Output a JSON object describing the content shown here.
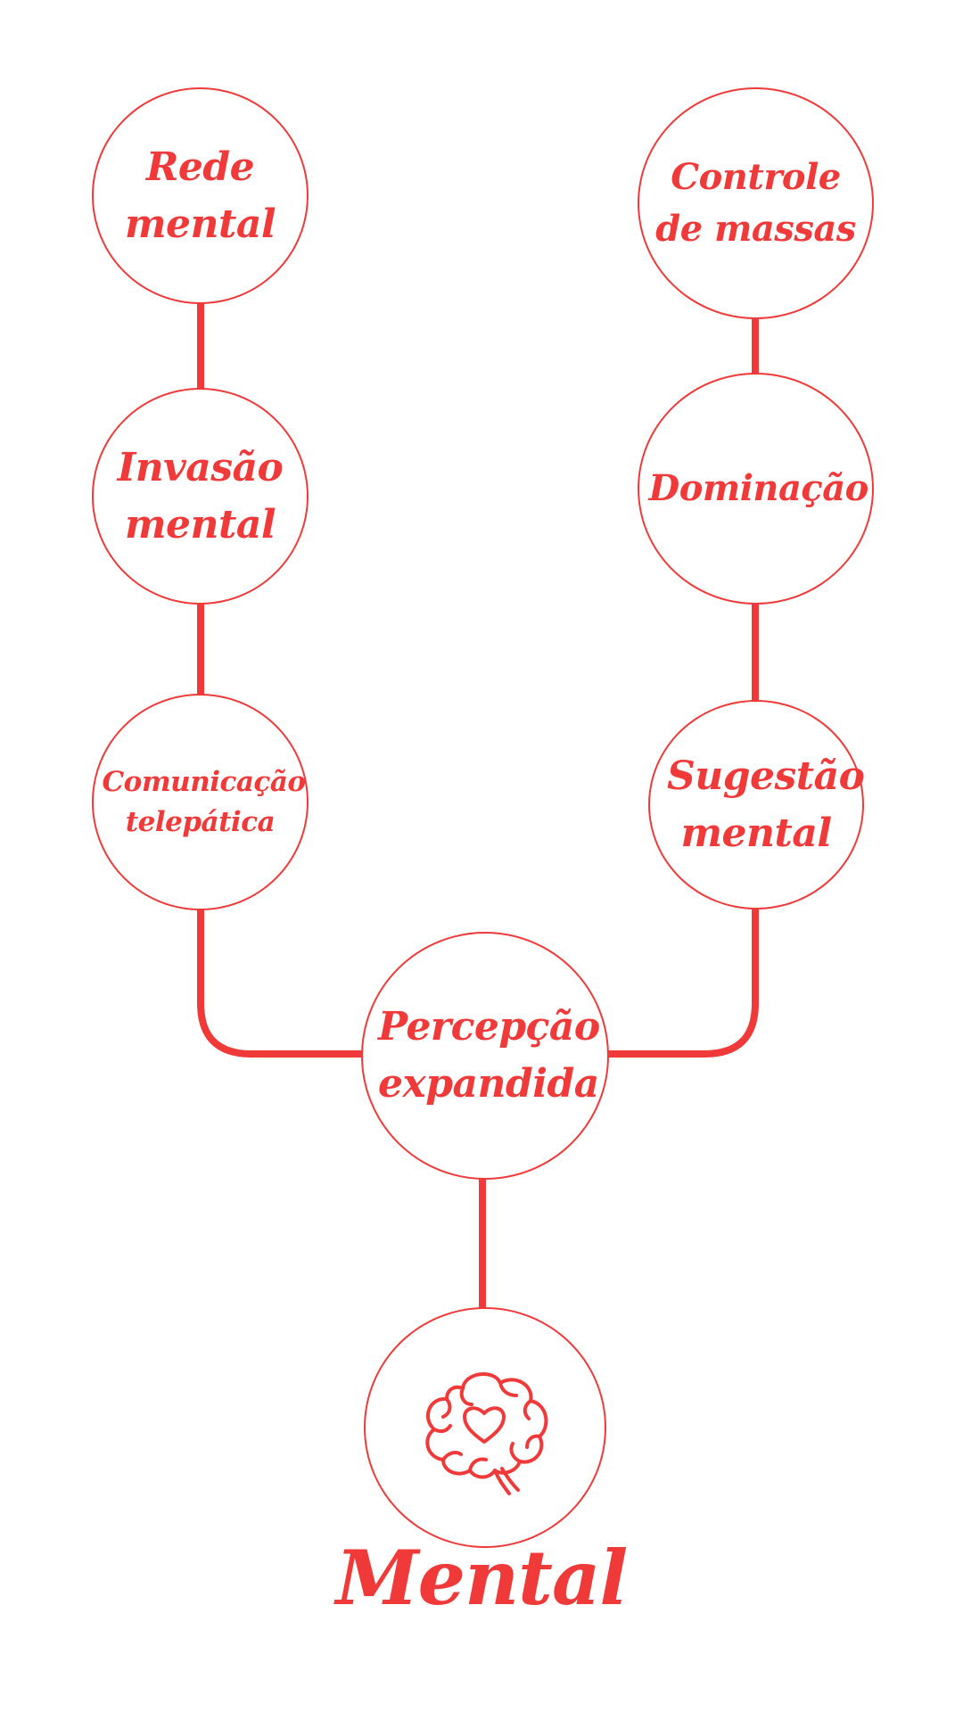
{
  "colors": {
    "accent": "#f03a3a",
    "background": "#ffffff"
  },
  "root": {
    "title": "Mental",
    "icon": "brain-heart-icon"
  },
  "nodes": {
    "percepcao": "Percepção expandida",
    "comunicacao": "Comunicação telepática",
    "invasao": "Invasão mental",
    "rede": "Rede mental",
    "sugestao": "Sugestão mental",
    "dominacao": "Dominação",
    "controle": "Controle de massas"
  }
}
